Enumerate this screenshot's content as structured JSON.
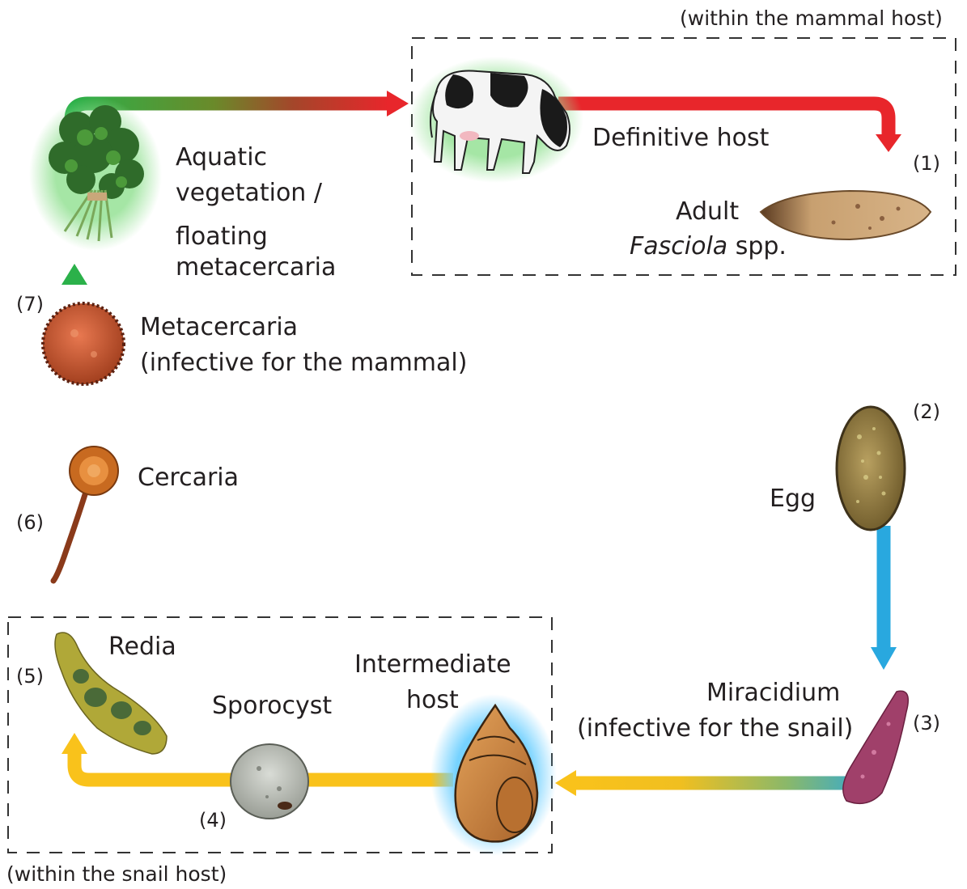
{
  "labels": {
    "mammal_box_caption": "(within the mammal host)",
    "snail_box_caption": "(within the snail host)",
    "definitive_host": "Definitive host",
    "adult_line1": "Adult",
    "adult_genus": "Fasciola",
    "adult_suffix": " spp.",
    "egg": "Egg",
    "miracidium_line1": "Miracidium",
    "miracidium_line2": "(infective for the snail)",
    "intermediate_line1": "Intermediate",
    "intermediate_line2": "host",
    "sporocyst": "Sporocyst",
    "redia": "Redia",
    "cercaria": "Cercaria",
    "metacercaria_line1": "Metacercaria",
    "metacercaria_line2": "(infective for the mammal)",
    "vegetation_line1": "Aquatic",
    "vegetation_line2": "vegetation /",
    "vegetation_line3": "floating",
    "vegetation_line4": "metacercaria"
  },
  "stage_numbers": {
    "s1": "(1)",
    "s2": "(2)",
    "s3": "(3)",
    "s4": "(4)",
    "s5": "(5)",
    "s6": "(6)",
    "s7": "(7)"
  },
  "colors": {
    "mammal_red": "#e8262b",
    "water_blue": "#29a8df",
    "snail_yellow": "#f9c21b",
    "plant_green": "#2bb14a",
    "box_dash": "#333333"
  },
  "icons": [
    "cow-icon",
    "adult-fluke-icon",
    "egg-icon",
    "miracidium-icon",
    "snail-icon",
    "sporocyst-icon",
    "redia-icon",
    "cercaria-icon",
    "metacercaria-icon",
    "aquatic-plant-icon"
  ]
}
